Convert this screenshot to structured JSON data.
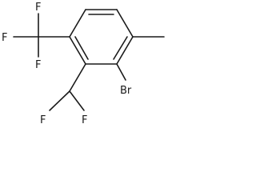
{
  "molecule": {
    "atoms": {
      "f_cf3_top": "F",
      "f_cf3_left": "F",
      "f_cf3_bottom": "F",
      "f_chf2_left": "F",
      "f_chf2_right": "F",
      "br": "Br"
    },
    "colors": {
      "bond": "#1a1a1a",
      "label": "#1a1a1a",
      "background": "#ffffff"
    }
  }
}
